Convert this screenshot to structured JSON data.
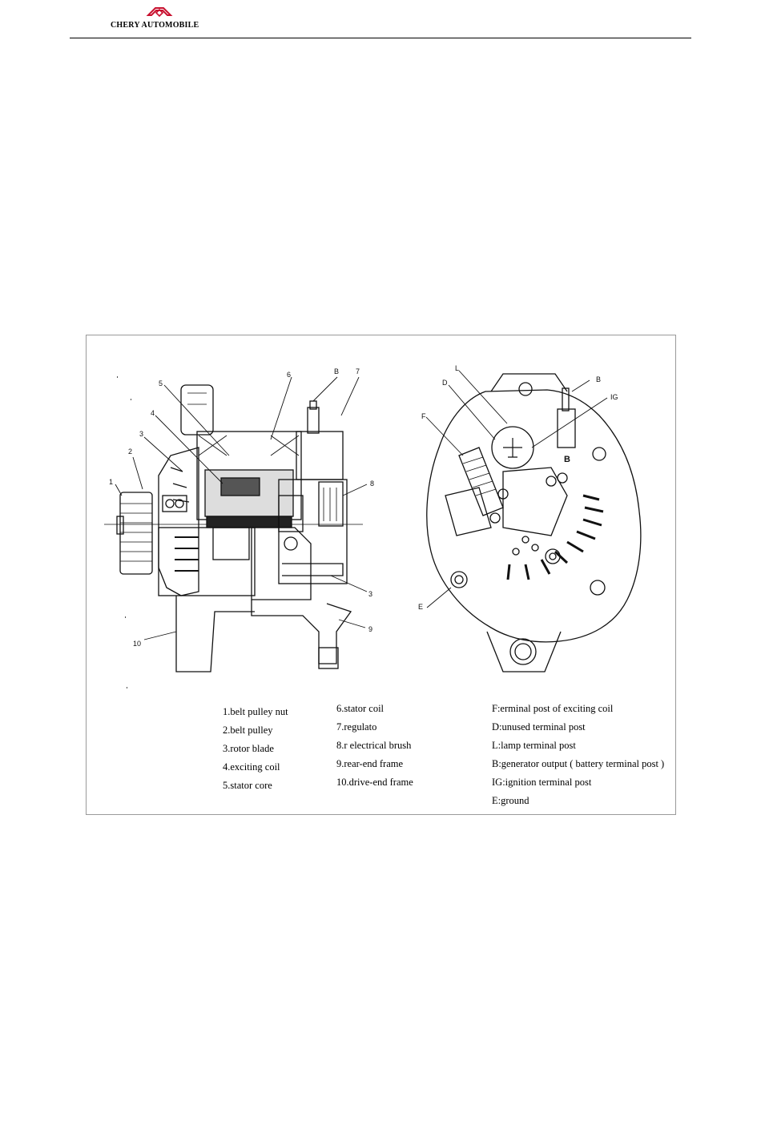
{
  "header": {
    "brand": "CHERY AUTOMOBILE",
    "logo_icon": "chery-logo-icon"
  },
  "figure": {
    "left_callouts": [
      "1",
      "2",
      "3",
      "4",
      "5",
      "6",
      "B",
      "7",
      "8",
      "3",
      "9",
      "10"
    ],
    "right_callouts": [
      "L",
      "D",
      "F",
      "B",
      "IG",
      "E"
    ],
    "plate_label": "B"
  },
  "legend": {
    "col1": [
      "1.belt pulley nut",
      "2.belt pulley",
      "3.rotor blade",
      "4.exciting coil",
      "5.stator core"
    ],
    "col2": [
      "6.stator coil",
      "7.regulato",
      "8.r electrical brush",
      "9.rear-end frame",
      "10.drive-end frame"
    ],
    "col3": [
      "F:erminal post of exciting coil",
      "D:unused terminal post",
      "L:lamp terminal post",
      "B:generator output ( battery terminal post )",
      "IG:ignition terminal post",
      "E:ground"
    ]
  }
}
